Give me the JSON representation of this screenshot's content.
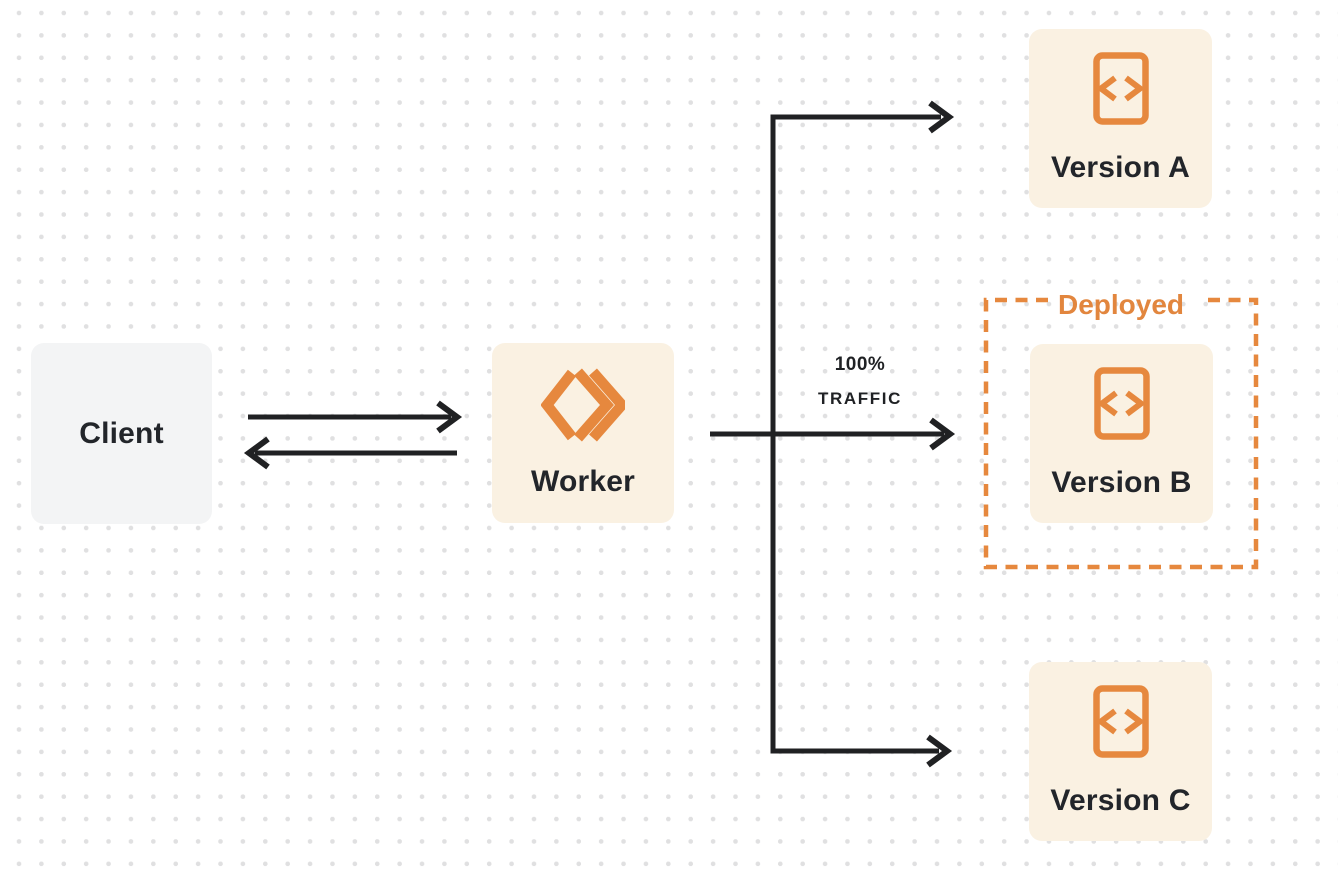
{
  "diagram": {
    "title": "worker-traffic-routing-diagram",
    "nodes": {
      "client": {
        "label": "Client"
      },
      "worker": {
        "label": "Worker"
      },
      "version_a": {
        "label": "Version A"
      },
      "version_b": {
        "label": "Version B"
      },
      "version_c": {
        "label": "Version C"
      }
    },
    "annotations": {
      "deployed": "Deployed",
      "traffic_percent": "100%",
      "traffic_word": "TRAFFIC"
    },
    "edges": [
      {
        "from": "client",
        "to": "worker",
        "style": "arrow-right"
      },
      {
        "from": "worker",
        "to": "client",
        "style": "arrow-left"
      },
      {
        "from": "worker",
        "to": "version_a",
        "style": "arrow-branch"
      },
      {
        "from": "worker",
        "to": "version_b",
        "style": "arrow-straight",
        "label": "100% TRAFFIC"
      },
      {
        "from": "worker",
        "to": "version_c",
        "style": "arrow-branch"
      }
    ],
    "icons": {
      "worker": "cloudflare-workers-icon",
      "version": "code-document-icon"
    },
    "colors": {
      "accent_orange": "#e6883e",
      "node_cream": "#faf1e2",
      "client_gray": "#f3f4f5",
      "arrow_dark": "#202123",
      "text_dark": "#22252a",
      "dot_grid": "#e0e0e1",
      "background": "#ffffff"
    }
  }
}
